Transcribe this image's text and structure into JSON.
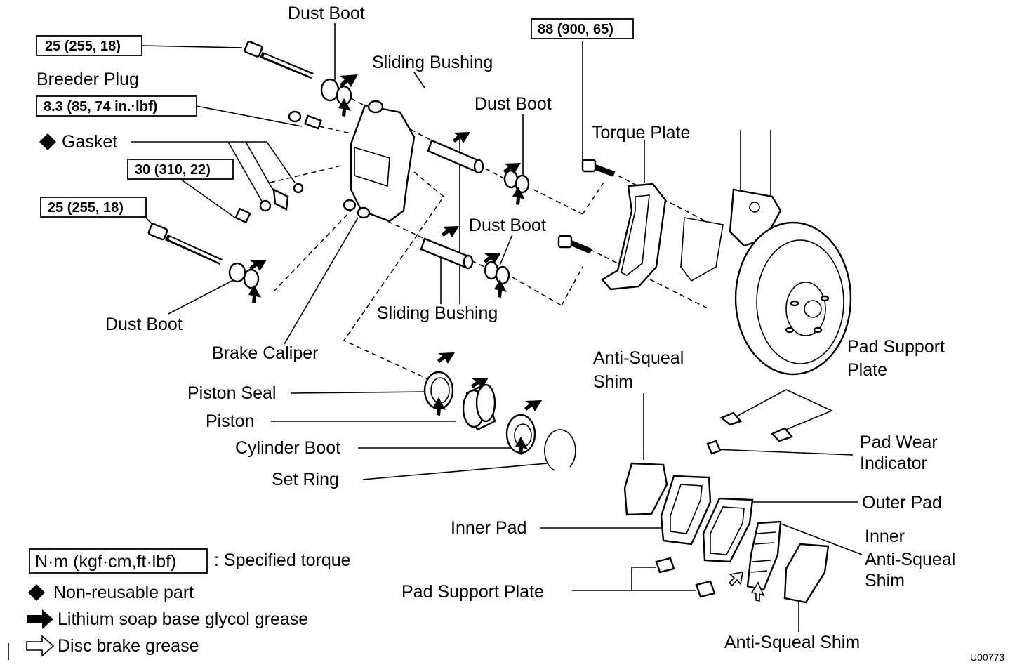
{
  "labels": {
    "dust_boot_top": "Dust Boot",
    "sliding_bushing_top": "Sliding Bushing",
    "breeder_plug": "Breeder Plug",
    "gasket": "Gasket",
    "dust_boot_mid": "Dust Boot",
    "torque_plate": "Torque Plate",
    "dust_boot_lower": "Dust Boot",
    "dust_boot_left": "Dust Boot",
    "sliding_bushing_bottom": "Sliding Bushing",
    "brake_caliper": "Brake Caliper",
    "anti_squeal_shim": "Anti-Squeal",
    "anti_squeal_shim_2": "Shim",
    "pad_support_plate_right_1": "Pad Support",
    "pad_support_plate_right_2": "Plate",
    "piston_seal": "Piston Seal",
    "piston": "Piston",
    "cylinder_boot": "Cylinder Boot",
    "set_ring": "Set Ring",
    "pad_wear_indicator_1": "Pad Wear",
    "pad_wear_indicator_2": "Indicator",
    "outer_pad": "Outer Pad",
    "inner_pad": "Inner Pad",
    "inner_anti_squeal_1": "Inner",
    "inner_anti_squeal_2": "Anti-Squeal",
    "inner_anti_squeal_3": "Shim",
    "pad_support_plate_bottom": "Pad Support Plate",
    "anti_squeal_shim_bottom": "Anti-Squeal Shim"
  },
  "torques": {
    "t1": "25 (255, 18)",
    "t2": "8.3 (85, 74 in.·lbf)",
    "t3": "30 (310, 22)",
    "t4": "25 (255, 18)",
    "t5": "88 (900, 65)"
  },
  "legend": {
    "torque_key": "N·m (kgf·cm,ft·lbf)",
    "torque_desc": ": Specified torque",
    "non_reusable": "Non-reusable part",
    "lithium": "Lithium soap base glycol grease",
    "disc": "Disc brake grease"
  },
  "figure_code": "U00773"
}
